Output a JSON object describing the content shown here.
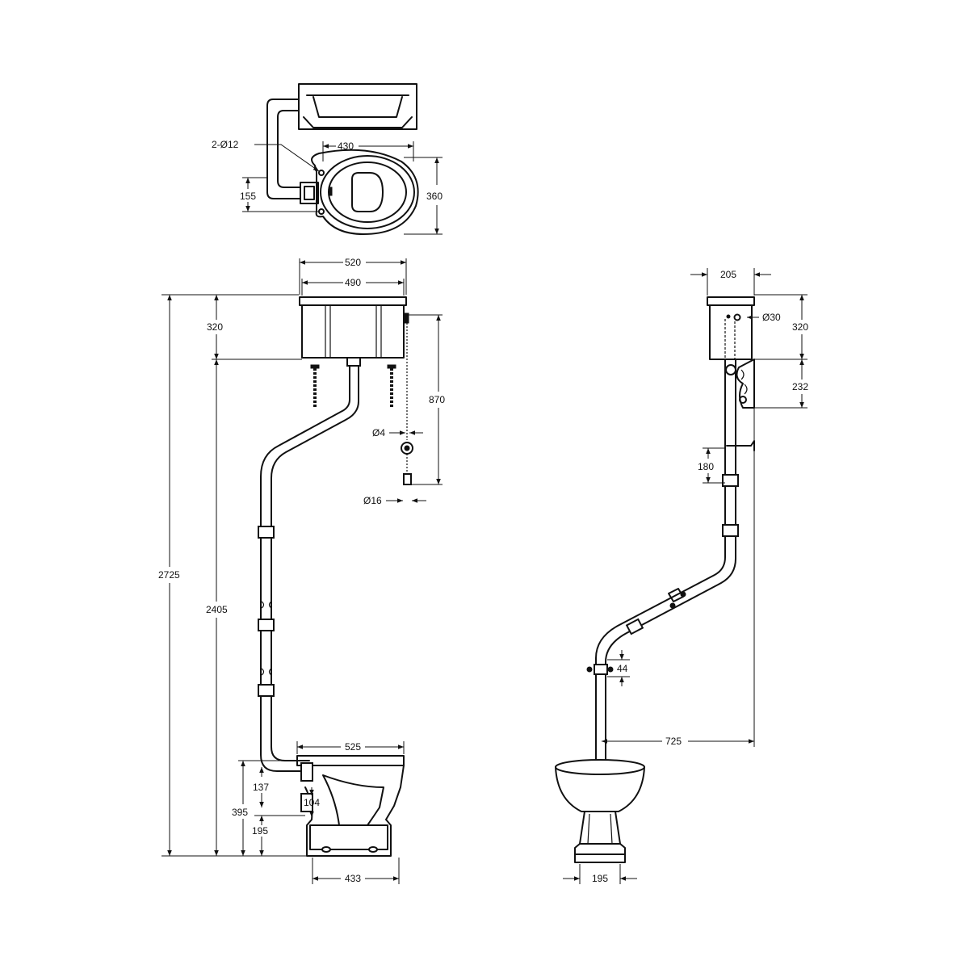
{
  "dimensions": {
    "hole_spec": "2-Ø12",
    "plan_width": "430",
    "plan_depth": "360",
    "plan_offset": "155",
    "cistern_outer_width": "520",
    "cistern_inner_width": "490",
    "cistern_height": "320",
    "chain_length": "870",
    "chain_dia": "Ø4",
    "handle_dia": "Ø16",
    "total_height": "2725",
    "cistern_base_height": "2405",
    "pan_width": "525",
    "inlet_height": "137",
    "outlet_height": "104",
    "pan_height": "395",
    "outlet_center_height": "195",
    "base_width": "433",
    "side_cistern_width": "205",
    "side_hole_dia": "Ø30",
    "side_cistern_height": "320",
    "side_bracket_drop": "232",
    "side_lever_drop": "180",
    "side_pipe_dia": "44",
    "side_projection": "725",
    "side_base_width": "195"
  }
}
